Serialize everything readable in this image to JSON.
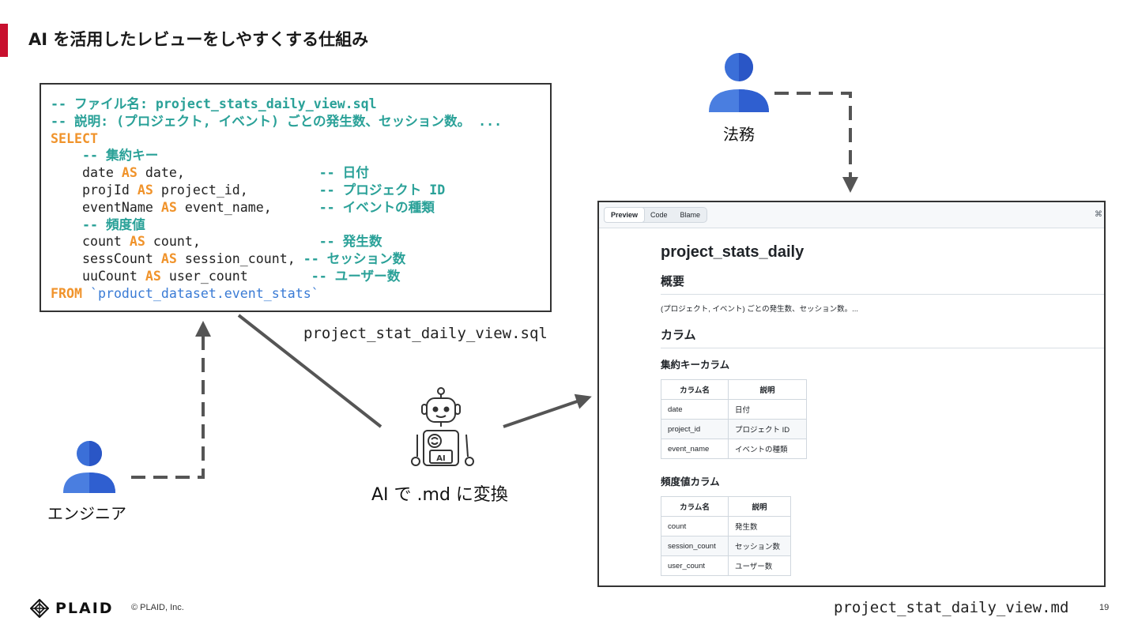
{
  "slide": {
    "title": "AI を活用したレビューをしやすくする仕組み",
    "page_number": "19"
  },
  "code": {
    "lines": [
      [
        {
          "t": "-- ファイル名: project_stats_daily_view.sql",
          "c": "com"
        }
      ],
      [
        {
          "t": "-- 説明: (プロジェクト, イベント) ごとの発生数、セッション数。 ...",
          "c": "com"
        }
      ],
      [
        {
          "t": "SELECT",
          "c": "kw"
        }
      ],
      [
        {
          "t": "    ",
          "c": "txt"
        },
        {
          "t": "-- 集約キー",
          "c": "com"
        }
      ],
      [
        {
          "t": "    date ",
          "c": "txt"
        },
        {
          "t": "AS",
          "c": "kw"
        },
        {
          "t": " date,                 ",
          "c": "txt"
        },
        {
          "t": "-- 日付",
          "c": "com"
        }
      ],
      [
        {
          "t": "    projId ",
          "c": "txt"
        },
        {
          "t": "AS",
          "c": "kw"
        },
        {
          "t": " project_id,         ",
          "c": "txt"
        },
        {
          "t": "-- プロジェクト ID",
          "c": "com"
        }
      ],
      [
        {
          "t": "    eventName ",
          "c": "txt"
        },
        {
          "t": "AS",
          "c": "kw"
        },
        {
          "t": " event_name,      ",
          "c": "txt"
        },
        {
          "t": "-- イベントの種類",
          "c": "com"
        }
      ],
      [
        {
          "t": "    ",
          "c": "txt"
        },
        {
          "t": "-- 頻度値",
          "c": "com"
        }
      ],
      [
        {
          "t": "    count ",
          "c": "txt"
        },
        {
          "t": "AS",
          "c": "kw"
        },
        {
          "t": " count,               ",
          "c": "txt"
        },
        {
          "t": "-- 発生数",
          "c": "com"
        }
      ],
      [
        {
          "t": "    sessCount ",
          "c": "txt"
        },
        {
          "t": "AS",
          "c": "kw"
        },
        {
          "t": " session_count, ",
          "c": "txt"
        },
        {
          "t": "-- セッション数",
          "c": "com"
        }
      ],
      [
        {
          "t": "    uuCount ",
          "c": "txt"
        },
        {
          "t": "AS",
          "c": "kw"
        },
        {
          "t": " user_count        ",
          "c": "txt"
        },
        {
          "t": "-- ユーザー数",
          "c": "com"
        }
      ],
      [
        {
          "t": "FROM",
          "c": "kw"
        },
        {
          "t": " ",
          "c": "txt"
        },
        {
          "t": "`product_dataset.event_stats`",
          "c": "str"
        }
      ]
    ]
  },
  "labels": {
    "sql_file": "project_stat_daily_view.sql",
    "md_file": "project_stat_daily_view.md",
    "engineer": "エンジニア",
    "legal": "法務",
    "ai_convert": "AI で .md に変換",
    "ai_badge": "AI"
  },
  "markdown_preview": {
    "tabs": [
      "Preview",
      "Code",
      "Blame"
    ],
    "active_tab": "Preview",
    "h1": "project_stats_daily",
    "overview_heading": "概要",
    "overview_text": "(プロジェクト, イベント) ごとの発生数、セッション数。...",
    "columns_heading": "カラム",
    "key_heading": "集約キーカラム",
    "key_table": {
      "headers": [
        "カラム名",
        "説明"
      ],
      "rows": [
        [
          "date",
          "日付"
        ],
        [
          "project_id",
          "プロジェクト ID"
        ],
        [
          "event_name",
          "イベントの種類"
        ]
      ]
    },
    "freq_heading": "頻度値カラム",
    "freq_table": {
      "headers": [
        "カラム名",
        "説明"
      ],
      "rows": [
        [
          "count",
          "発生数"
        ],
        [
          "session_count",
          "セッション数"
        ],
        [
          "user_count",
          "ユーザー数"
        ]
      ]
    }
  },
  "footer": {
    "logo_text": "PLAID",
    "copyright": "© PLAID, Inc."
  },
  "colors": {
    "accent": "#c8102e",
    "comment": "#2aa198",
    "keyword": "#f0932b",
    "string": "#3a7bd5",
    "person": "#3b6fd8"
  }
}
